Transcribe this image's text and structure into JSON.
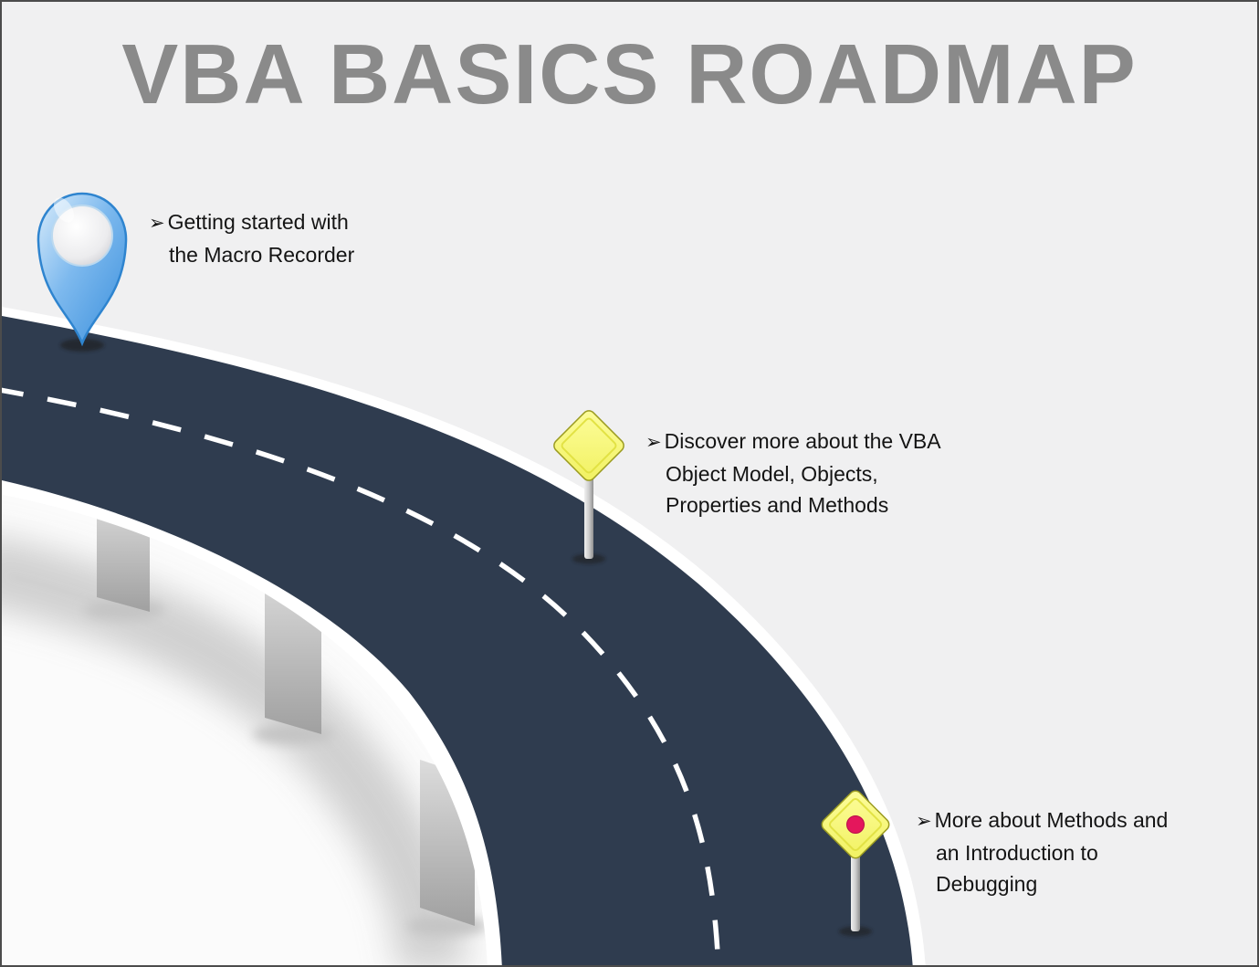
{
  "title": "VBA BASICS ROADMAP",
  "milestones": [
    {
      "bullet": "➢",
      "lines": [
        "Getting started with",
        "the Macro Recorder"
      ],
      "marker": "location-pin"
    },
    {
      "bullet": "➢",
      "lines": [
        "Discover more about the VBA",
        "Object Model, Objects,",
        "Properties and Methods"
      ],
      "marker": "yellow-diamond-sign"
    },
    {
      "bullet": "➢",
      "lines": [
        "More about Methods and",
        "an Introduction to",
        "Debugging"
      ],
      "marker": "yellow-diamond-sign-with-dot"
    }
  ],
  "colors": {
    "background": "#f0f0f1",
    "title": "#8a8a8a",
    "text": "#141414",
    "road": "#2f3c4f",
    "road_edge": "#ffffff",
    "dash": "#ffffff",
    "sign_fill": "#f8f878",
    "sign_border": "#9c9c22",
    "sign_dot": "#e4175c",
    "pin_blue": "#4f9fe3",
    "pillar": "#bfbfbf"
  }
}
